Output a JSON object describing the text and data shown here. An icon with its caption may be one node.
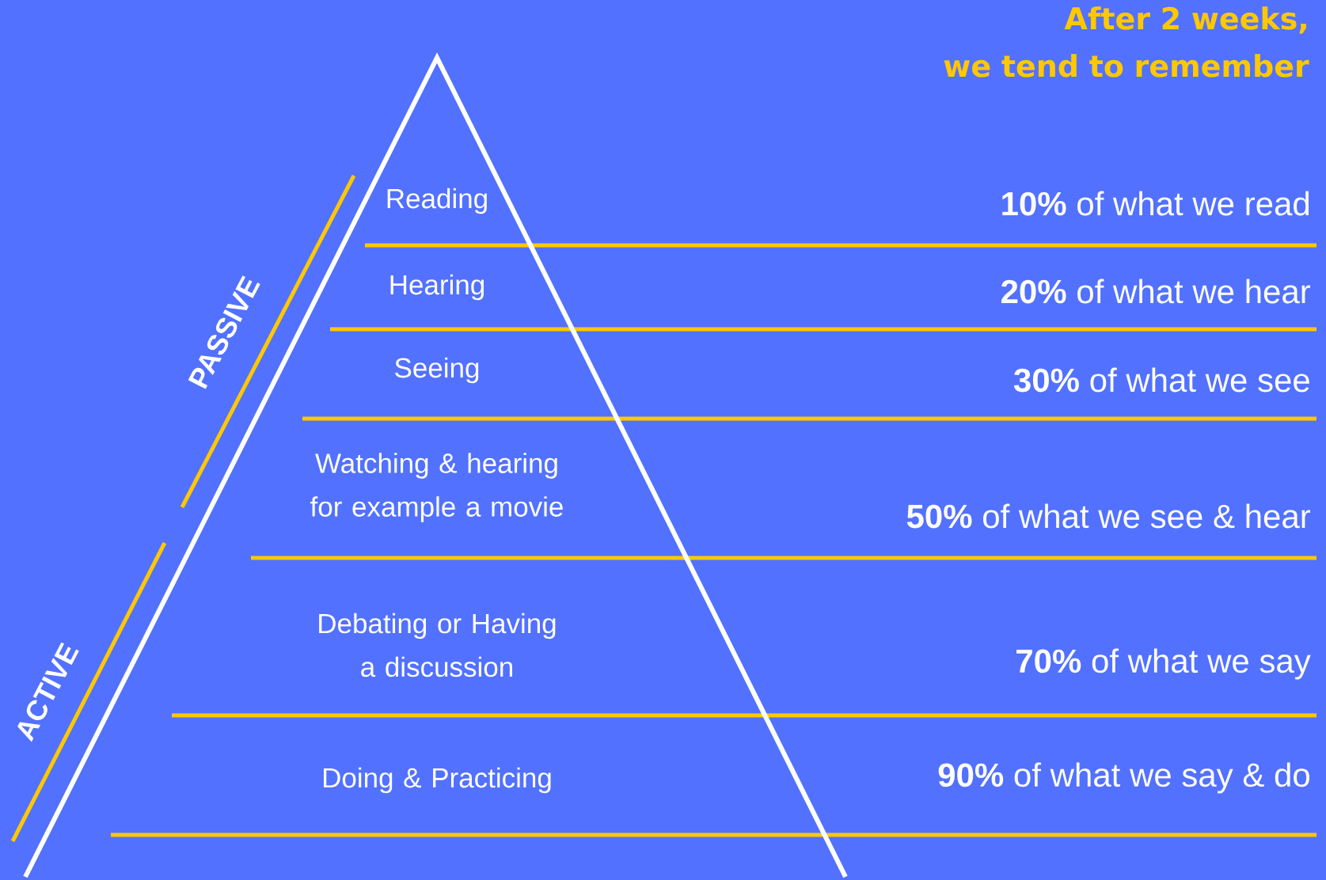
{
  "diagram": {
    "title": "After 2 weeks, we tend to remember",
    "nodes": [
      {
        "text": [
          "Reading"
        ]
      },
      {
        "text": [
          "Hearing"
        ]
      },
      {
        "text": [
          "Seeing"
        ]
      },
      {
        "text": [
          "Watching & hearing for example a movie"
        ]
      },
      {
        "text": [
          "Debating or Having a discussion"
        ]
      },
      {
        "text": [
          "Doing & Practicing"
        ]
      }
    ],
    "labels": [
      "**10%** of what we read",
      "**20%** of what we hear",
      "PASSIVE",
      "**30%** of what we see",
      "**50%** of what we see & hear",
      "**70%** of what we say",
      "ACTIVE",
      "**90%** of what we say & do"
    ]
  }
}
